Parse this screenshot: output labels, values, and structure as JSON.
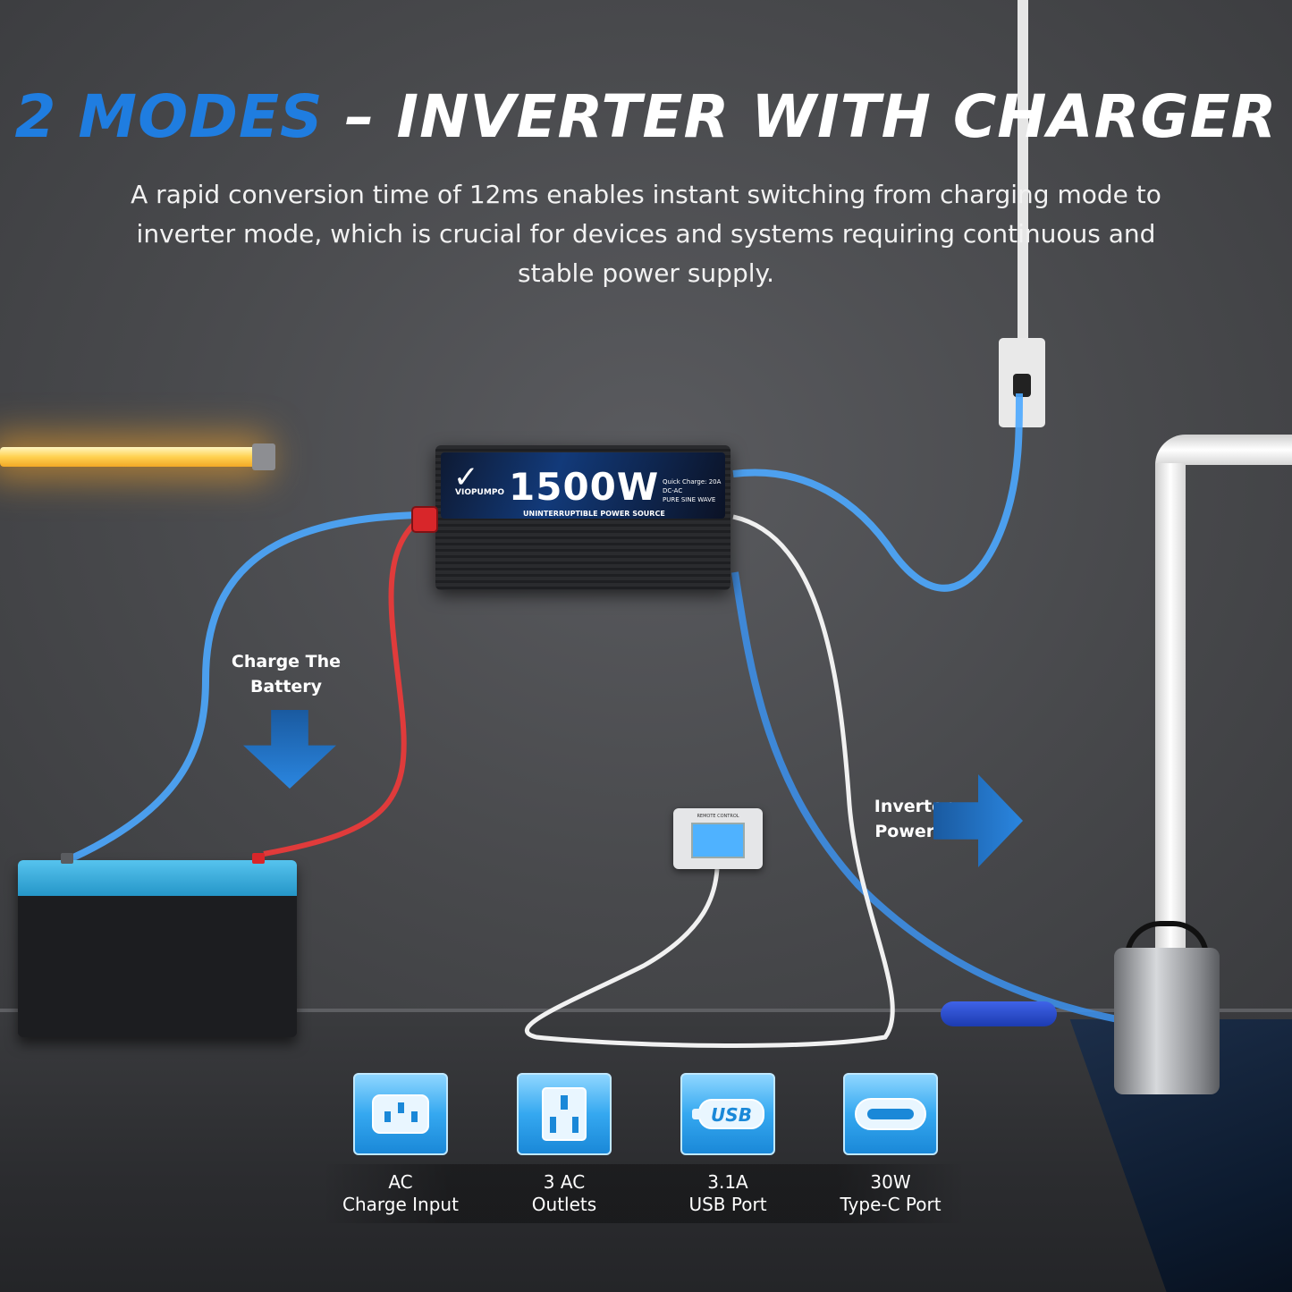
{
  "headline": {
    "highlight": "2 MODES",
    "rest": " – INVERTER WITH CHARGER"
  },
  "subtitle": "A rapid conversion time of 12ms enables instant switching from charging mode to inverter mode, which is crucial for devices and systems requiring continuous and stable power supply.",
  "inverter": {
    "brand": "VIOPUMPO",
    "wattage": "1500W",
    "subtitle": "UNINTERRUPTIBLE POWER SOURCE",
    "info_line1": "Quick Charge: 20A",
    "info_line2": "DC-AC",
    "info_line3": "PURE SINE WAVE"
  },
  "remote": {
    "title": "REMOTE CONTROL"
  },
  "callouts": {
    "charge": [
      "Charge The",
      "Battery"
    ],
    "inverter": [
      "Inverter-",
      "Powered"
    ]
  },
  "features": [
    {
      "icon": "ac-inlet-icon",
      "line1": "AC",
      "line2": "Charge Input"
    },
    {
      "icon": "ac-outlet-icon",
      "line1": "3 AC",
      "line2": "Outlets"
    },
    {
      "icon": "usb-icon",
      "line1": "3.1A",
      "line2": "USB Port"
    },
    {
      "icon": "type-c-icon",
      "line1": "30W",
      "line2": "Type-C Port"
    }
  ],
  "colors": {
    "accent": "#1f7de0",
    "icon_blue": "#35a8f0",
    "charge_light": "#ffd150"
  }
}
